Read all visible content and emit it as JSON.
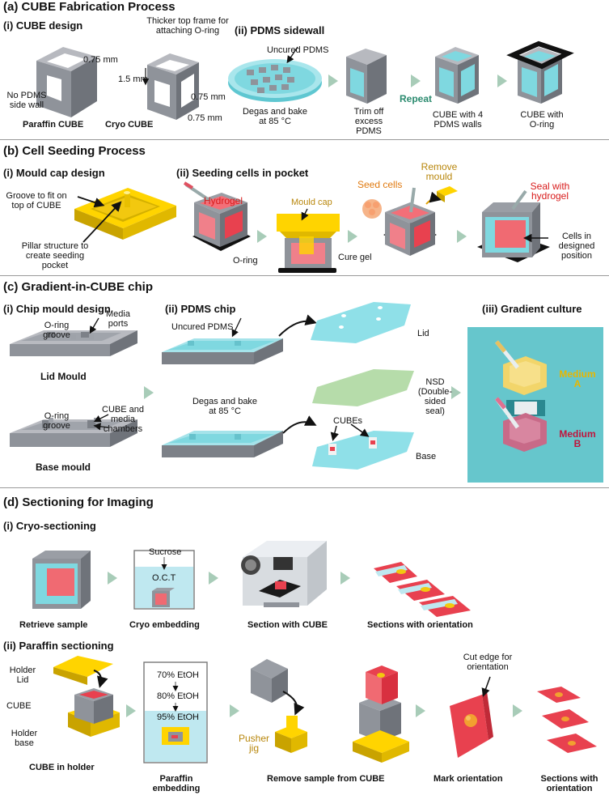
{
  "section_a": {
    "title": "(a) CUBE Fabrication Process",
    "sub_i": "(i) CUBE design",
    "sub_ii": "(ii) PDMS sidewall",
    "dim_075_a": "0.75 mm",
    "no_pdms": "No PDMS side wall",
    "thicker_frame": "Thicker top frame for attaching O-ring",
    "dim_15": "1.5 mm",
    "dim_075_b": "0.75 mm",
    "dim_075_c": "0.75 mm",
    "paraffin_cube": "Paraffin CUBE",
    "cryo_cube": "Cryo CUBE",
    "uncured_pdms": "Uncured PDMS",
    "degas_bake": "Degas and bake at 85 °C",
    "trim_off": "Trim off excess PDMS",
    "repeat": "Repeat",
    "cube_4_walls": "CUBE with 4 PDMS walls",
    "cube_oring": "CUBE with O-ring"
  },
  "section_b": {
    "title": "(b) Cell Seeding Process",
    "sub_i": "(i) Mould cap design",
    "sub_ii": "(ii) Seeding cells in pocket",
    "groove": "Groove to fit on top of CUBE",
    "pillar": "Pillar structure to create seeding pocket",
    "hydrogel": "Hydrogel",
    "oring": "O-ring",
    "mould_cap": "Mould cap",
    "cure_gel": "Cure gel",
    "seed_cells": "Seed cells",
    "remove_mould": "Remove mould",
    "seal_hydrogel": "Seal with hydrogel",
    "cells_position": "Cells in designed position"
  },
  "section_c": {
    "title": "(c) Gradient-in-CUBE chip",
    "sub_i": "(i) Chip mould design",
    "sub_ii": "(ii) PDMS chip",
    "sub_iii": "(iii) Gradient culture",
    "oring_groove_1": "O-ring groove",
    "media_ports": "Media ports",
    "lid_mould": "Lid Mould",
    "oring_groove_2": "O-ring groove",
    "cube_media": "CUBE and media chambers",
    "base_mould": "Base mould",
    "uncured_pdms": "Uncured PDMS",
    "degas_bake": "Degas and bake at 85 °C",
    "lid": "Lid",
    "nsd": "NSD (Double-sided seal)",
    "cubes": "CUBEs",
    "base": "Base",
    "medium_a": "Medium A",
    "medium_b": "Medium B"
  },
  "section_d": {
    "title": "(d) Sectioning for Imaging",
    "sub_i": "(i) Cryo-sectioning",
    "sub_ii": "(ii) Paraffin sectioning",
    "sucrose": "Sucrose",
    "oct": "O.C.T",
    "retrieve": "Retrieve sample",
    "cryo_embed": "Cryo embedding",
    "section_cube": "Section with CUBE",
    "sections_orient": "Sections with orientation",
    "holder_lid": "Holder Lid",
    "cube": "CUBE",
    "holder_base": "Holder base",
    "etoh70": "70% EtOH",
    "etoh80": "80% EtOH",
    "etoh95": "95% EtOH",
    "pusher_jig": "Pusher jig",
    "cut_edge": "Cut edge for orientation",
    "cube_holder": "CUBE in holder",
    "paraffin_embed": "Paraffin embedding",
    "remove_sample": "Remove sample from CUBE",
    "mark_orient": "Mark orientation",
    "sections_orient2": "Sections with orientation"
  },
  "colors": {
    "cube_gray": "#8c8f96",
    "pdms_cyan": "#7fd8e0",
    "yellow": "#f2c80f",
    "red": "#e8414f",
    "arrow_green": "#b9d8c8"
  }
}
